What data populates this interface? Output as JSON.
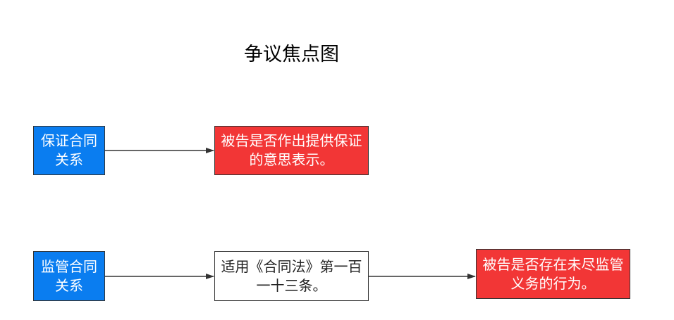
{
  "title": "争议焦点图",
  "nodes": {
    "n1": "保证合同关系",
    "n2": "被告是否作出提供保证的意思表示。",
    "n3": "监管合同关系",
    "n4": "适用《合同法》第一百一十三条。",
    "n5": "被告是否存在未尽监管义务的行为。"
  },
  "edges": [
    {
      "from": "保证合同关系",
      "to": "被告是否作出提供保证的意思表示。"
    },
    {
      "from": "监管合同关系",
      "to": "适用《合同法》第一百一十三条。"
    },
    {
      "from": "适用《合同法》第一百一十三条。",
      "to": "被告是否存在未尽监管义务的行为。"
    }
  ],
  "colors": {
    "blue": "#0a7df0",
    "red": "#f23636",
    "edge": "#333333"
  }
}
